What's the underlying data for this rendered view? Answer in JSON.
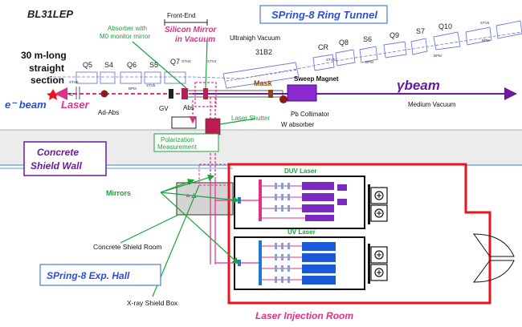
{
  "labels": {
    "bl31lep": "BL31LEP",
    "ring_tunnel": "SPring-8 Ring Tunnel",
    "straight_1": "30 m-long",
    "straight_2": "straight",
    "straight_3": "section",
    "ebeam": "e⁻ beam",
    "laser": "Laser",
    "front_end": "Front-End",
    "absorber_1": "Absorber with",
    "absorber_2": "M0 monitor mirror",
    "silicon_1": "Silicon Mirror",
    "silicon_2": "in Vacuum",
    "uhv": "Ultrahigh Vacuum",
    "ad_abs": "Ad-Abs",
    "gv": "GV",
    "abs": "Abs",
    "mask": "Mask",
    "sweep": "Sweep Magnet",
    "gamma_beam": "γbeam",
    "pb_collimator": "Pb Collimator",
    "w_absorber": "W absorber",
    "medium_vacuum": "Medium Vacuum",
    "laser_shutter": "Laser Shutter",
    "pol_1": "Polarization",
    "pol_2": "Measurement",
    "wall_1": "Concrete",
    "wall_2": "Shield Wall",
    "duv": "DUV Laser",
    "uv": "UV Laser",
    "mirrors": "Mirrors",
    "shield_room": "Concrete Shield Room",
    "exp_hall": "SPring-8 Exp. Hall",
    "xray_box": "X-ray Shield Box",
    "injection_room": "Laser Injection Room"
  },
  "magnets": {
    "q5": "Q5",
    "s4": "S4",
    "q6": "Q6",
    "s5": "S5",
    "q7": "Q7",
    "b3182": "31B2",
    "cr": "CR",
    "q8": "Q8",
    "s6": "S6",
    "q9": "Q9",
    "s7": "S7",
    "q10": "Q10",
    "sth3": "STH3",
    "stv4": "STV4",
    "stv6": "STV6",
    "sth6": "STH6",
    "stvh3": "STVh3",
    "stvb": "STVb",
    "bpm": "BPM",
    "bpm2": "BPM",
    "bpm3": "BPM",
    "bpm4": "BPM"
  },
  "colors": {
    "blue_title": "#2a4fd6",
    "green": "#1aa33a",
    "pink": "#e0308a",
    "purple": "#6a1a9a",
    "red": "#e8141e",
    "brown": "#8b4513",
    "magnet_outline": "#6b7bd8",
    "shield_gray": "#c8c8c8"
  }
}
